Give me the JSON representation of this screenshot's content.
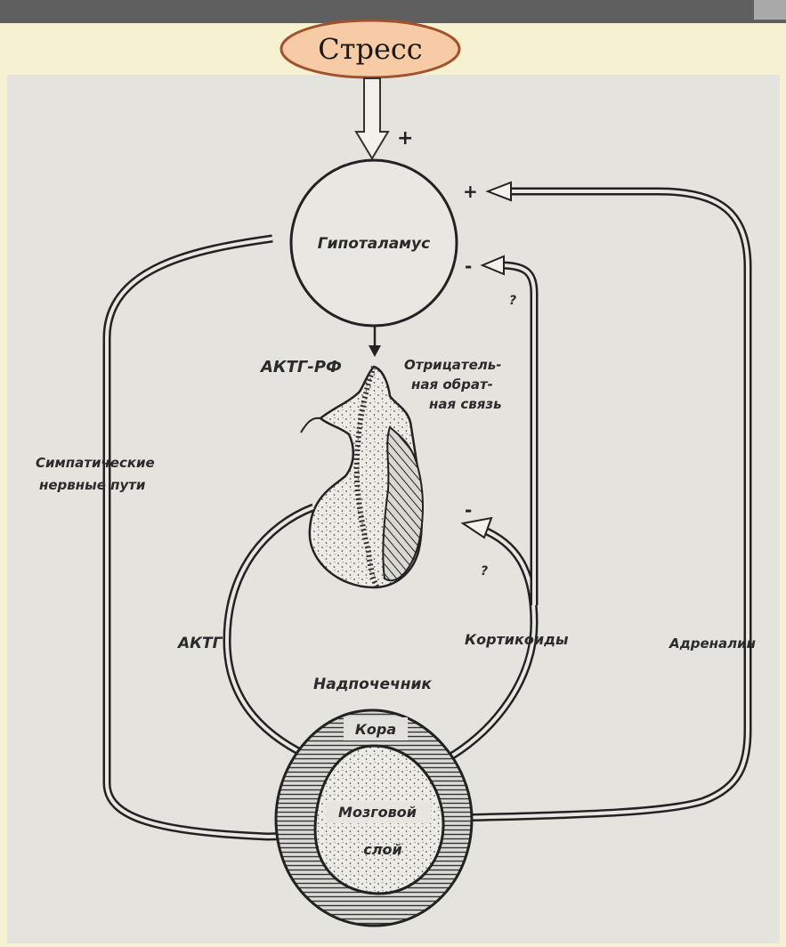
{
  "diagram": {
    "stress": "Стресс",
    "hypothalamus": "Гипоталамус",
    "acth_rf": "АКТГ-РФ",
    "negative_feedback": [
      "Отрицатель-",
      "ная обрат-",
      "ная связь"
    ],
    "sympathetic_paths": [
      "Симпатические",
      "нервные пути"
    ],
    "acth": "АКТГ",
    "corticoids": "Кортикоиды",
    "adrenaline": "Адреналин",
    "adrenal_gland": "Надпочечник",
    "cortex": "Кора",
    "medulla": [
      "Мозговой",
      "слой"
    ],
    "sign_plus": "+",
    "sign_minus": "-",
    "question": "?"
  }
}
